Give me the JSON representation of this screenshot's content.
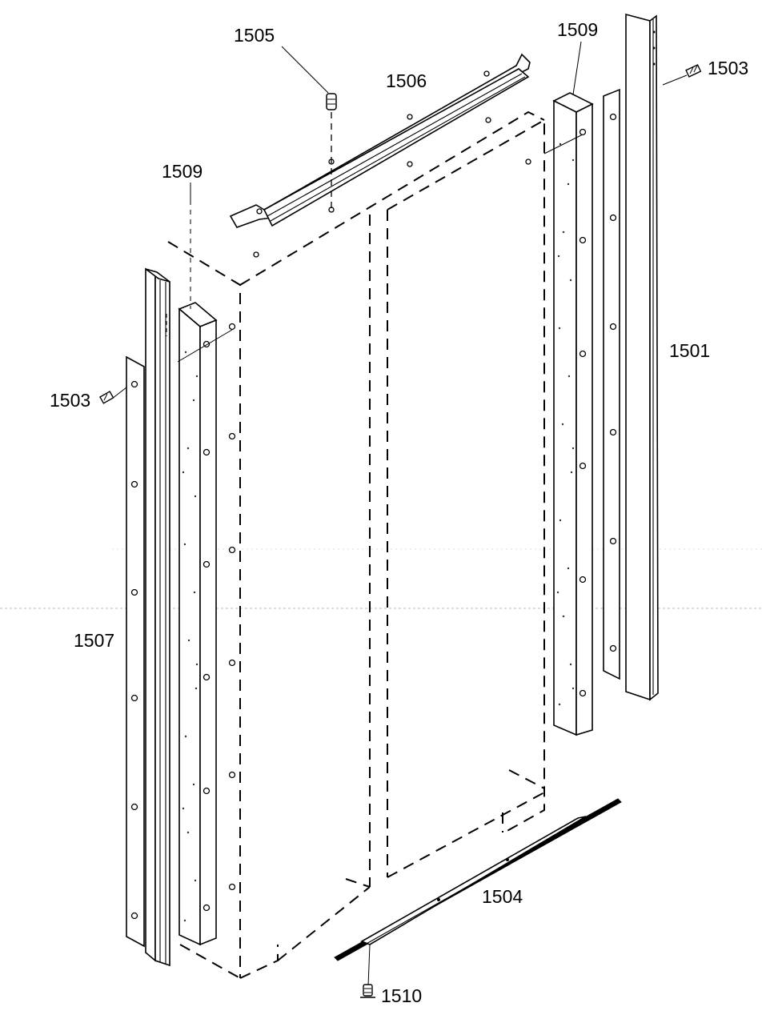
{
  "diagram": {
    "labels": {
      "p1505": "1505",
      "p1506": "1506",
      "p1509_top": "1509",
      "p1509_left": "1509",
      "p1503_right": "1503",
      "p1503_left": "1503",
      "p1501": "1501",
      "p1507": "1507",
      "p1504": "1504",
      "p1510": "1510"
    }
  }
}
